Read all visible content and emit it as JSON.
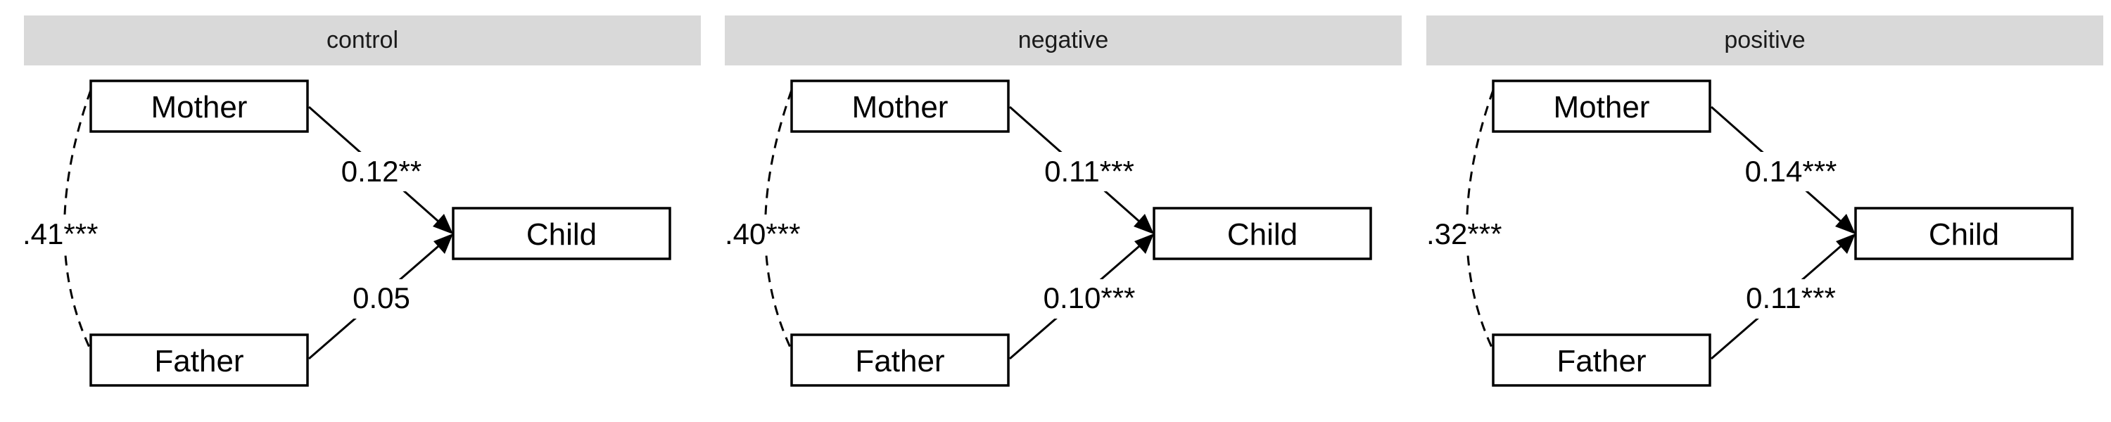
{
  "panels": [
    {
      "title": "control",
      "nodes": {
        "mother": "Mother",
        "father": "Father",
        "child": "Child"
      },
      "paths": {
        "mother_child": "0.12**",
        "father_child": "0.05",
        "mother_father": ".41***"
      }
    },
    {
      "title": "negative",
      "nodes": {
        "mother": "Mother",
        "father": "Father",
        "child": "Child"
      },
      "paths": {
        "mother_child": "0.11***",
        "father_child": "0.10***",
        "mother_father": ".40***"
      }
    },
    {
      "title": "positive",
      "nodes": {
        "mother": "Mother",
        "father": "Father",
        "child": "Child"
      },
      "paths": {
        "mother_child": "0.14***",
        "father_child": "0.11***",
        "mother_father": ".32***"
      }
    }
  ]
}
